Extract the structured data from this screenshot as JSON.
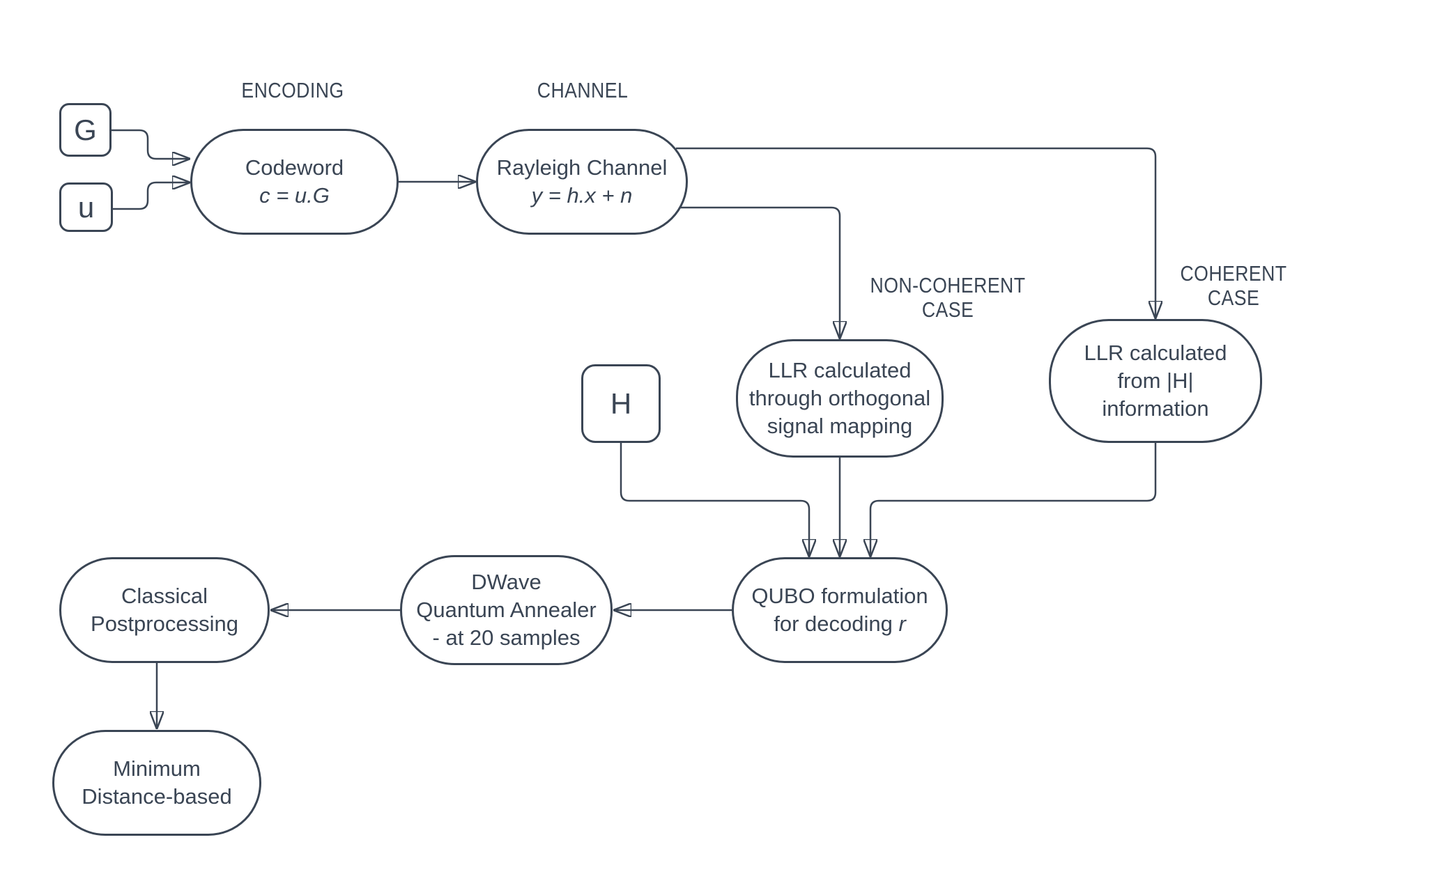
{
  "colors": {
    "ink": "#3A4554",
    "background": "#ffffff"
  },
  "section_labels": {
    "encoding": "ENCODING",
    "channel": "CHANNEL",
    "non_coherent_line1": "NON-COHERENT",
    "non_coherent_line2": "CASE",
    "coherent_line1": "COHERENT",
    "coherent_line2": "CASE"
  },
  "nodes": {
    "g_input": {
      "label": "G"
    },
    "u_input": {
      "label": "u"
    },
    "h_input": {
      "label": "H"
    },
    "codeword": {
      "line1": "Codeword",
      "formula": "c = u.G"
    },
    "rayleigh": {
      "line1": "Rayleigh Channel",
      "formula": "y = h.x + n"
    },
    "llr_noncoherent": {
      "lines": [
        "LLR calculated",
        "through orthogonal",
        "signal mapping"
      ]
    },
    "llr_coherent": {
      "lines": [
        "LLR calculated",
        "from |H|",
        "information"
      ]
    },
    "qubo": {
      "line1": "QUBO formulation",
      "line2_prefix": "for decoding ",
      "line2_italic": "r"
    },
    "dwave": {
      "lines": [
        "DWave",
        "Quantum Annealer",
        "- at 20 samples"
      ]
    },
    "classical": {
      "lines": [
        "Classical",
        "Postprocessing"
      ]
    },
    "minimum": {
      "lines": [
        "Minimum",
        "Distance-based"
      ]
    }
  }
}
